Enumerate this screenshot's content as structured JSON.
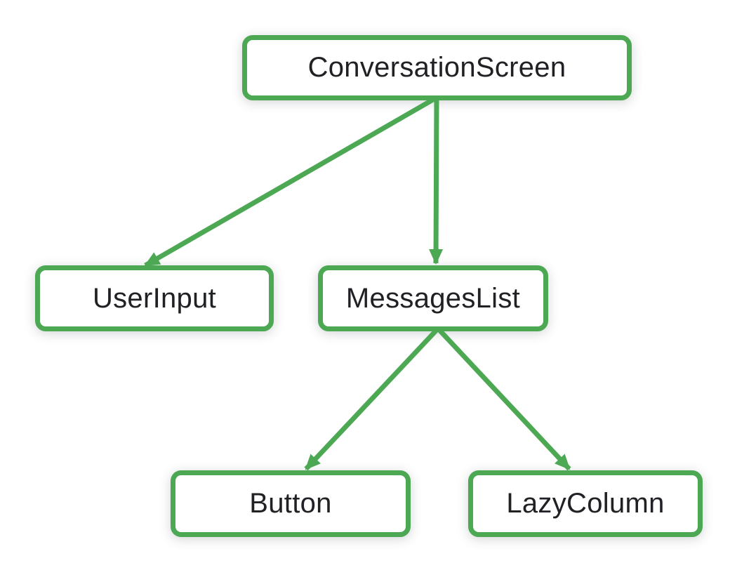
{
  "diagram": {
    "type": "tree",
    "accent_color": "#4CA853",
    "text_color": "#202124",
    "background_color": "#FFFFFF",
    "nodes": {
      "conversation_screen": {
        "label": "ConversationScreen"
      },
      "user_input": {
        "label": "UserInput"
      },
      "messages_list": {
        "label": "MessagesList"
      },
      "button": {
        "label": "Button"
      },
      "lazy_column": {
        "label": "LazyColumn"
      }
    },
    "edges": [
      {
        "from": "ConversationScreen",
        "to": "UserInput"
      },
      {
        "from": "ConversationScreen",
        "to": "MessagesList"
      },
      {
        "from": "MessagesList",
        "to": "Button"
      },
      {
        "from": "MessagesList",
        "to": "LazyColumn"
      }
    ]
  }
}
